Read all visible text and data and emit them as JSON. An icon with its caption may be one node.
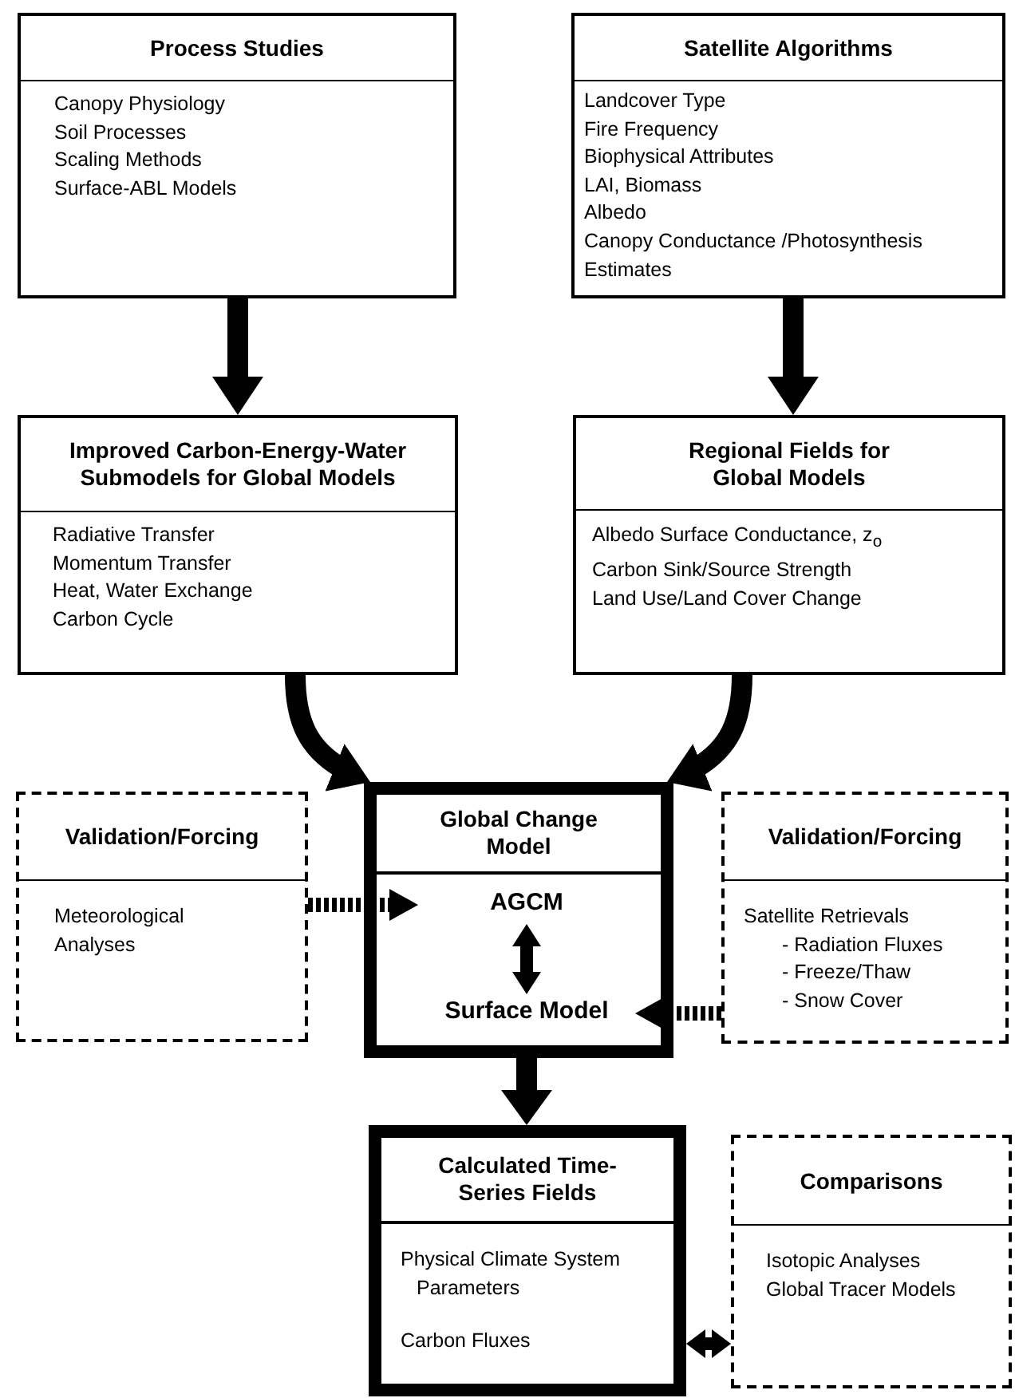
{
  "diagram": {
    "nodes": [
      {
        "text": [
          "Process Studies",
          "Canopy Physiology",
          "Soil Processes",
          "Scaling Methods",
          "Surface-ABL Models"
        ]
      },
      {
        "text": [
          "Satellite Algorithms",
          "Landcover Type",
          "Fire Frequency",
          "Biophysical Attributes",
          "LAI, Biomass",
          "Albedo",
          "Canopy Conductance /Photosynthesis",
          "Estimates"
        ]
      },
      {
        "text": [
          "Improved Carbon-Energy-Water Submodels for Global Models",
          "Radiative Transfer",
          "Momentum Transfer",
          "Heat, Water Exchange",
          "Carbon Cycle"
        ]
      },
      {
        "text": [
          "Regional Fields for Global Models",
          "Albedo Surface Conductance, z$_{o}$",
          "Carbon Sink/Source Strength",
          "Land Use/Land Cover Change"
        ]
      },
      {
        "text": [
          "Validation/Forcing",
          "Meteorological Analyses"
        ]
      },
      {
        "text": [
          "Global Change Model"
        ]
      },
      {
        "text": [
          "AGCM"
        ],
        "in": 5
      },
      {
        "text": [
          "Surface Model"
        ],
        "in": 5
      },
      {
        "text": [
          "Validation/Forcing",
          "Satellite Retrievals",
          "- Radiation Fluxes",
          "- Freeze/Thaw",
          "- Snow Cover"
        ]
      },
      {
        "text": [
          "Calculated Time-Series Fields",
          "Physical Climate System Parameters",
          "Carbon Fluxes"
        ]
      },
      {
        "text": [
          "Comparisons",
          "Isotopic Analyses",
          "Global Tracer Models"
        ]
      }
    ],
    "edges": [
      {
        "from": 0,
        "to": 2,
        "arrow": "to"
      },
      {
        "from": 1,
        "to": 3,
        "arrow": "to"
      },
      {
        "from": 2,
        "to": 5,
        "arrow": "to"
      },
      {
        "from": 3,
        "to": 5,
        "arrow": "to"
      },
      {
        "from": 4,
        "to": 6,
        "arrow": "to",
        "style": "dashed"
      },
      {
        "from": 8,
        "to": 7,
        "arrow": "to",
        "style": "dashed"
      },
      {
        "from": 6,
        "to": 7,
        "arrow": "both"
      },
      {
        "from": 5,
        "to": 9,
        "arrow": "to"
      },
      {
        "from": 9,
        "to": 10,
        "arrow": "both"
      }
    ]
  }
}
